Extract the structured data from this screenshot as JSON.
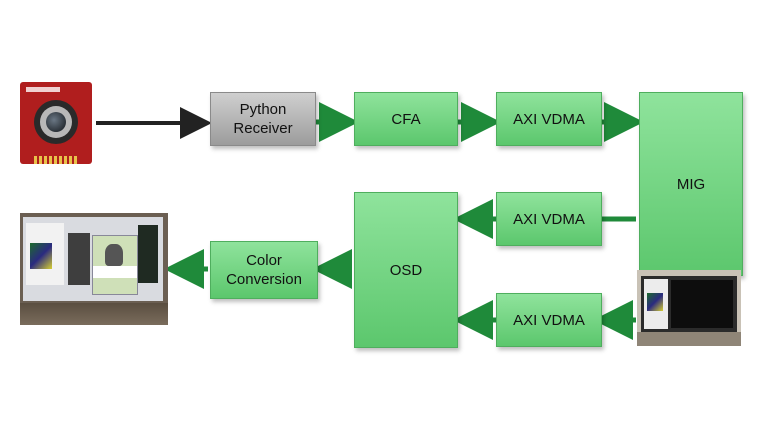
{
  "blocks": {
    "python_receiver": "Python\nReceiver",
    "cfa": "CFA",
    "axi_vdma_top": "AXI VDMA",
    "mig": "MIG",
    "axi_vdma_mid": "AXI VDMA",
    "osd": "OSD",
    "axi_vdma_bottom": "AXI VDMA",
    "color_conversion": "Color\nConversion"
  },
  "colors": {
    "block_green": "#6fd67e",
    "block_gray": "#b5b5b5",
    "arrow_green": "#1f8a3a",
    "arrow_dark": "#222222"
  },
  "images": {
    "camera": "camera-board",
    "monitor": "monitor-display",
    "inset": "inset-photo"
  }
}
